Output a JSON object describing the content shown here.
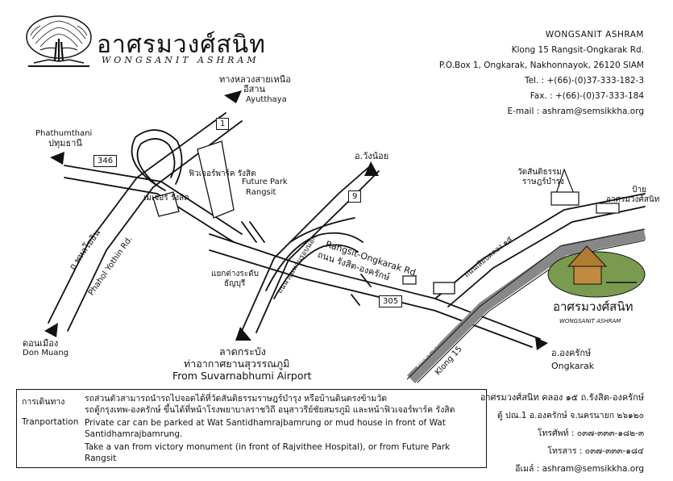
{
  "header": {
    "logo_thai": "อาศรมวงศ์สนิท",
    "logo_en": "WONGSANIT ASHRAM",
    "tree_icon": "tree-icon"
  },
  "contact": {
    "name": "WONGSANIT ASHRAM",
    "address1": "Klong 15 Rangsit-Ongkarak Rd.",
    "address2": "P.O.Box 1, Ongkarak, Nakhonnayok, 26120 SIAM",
    "tel": "Tel. : +(66)-(0)37-333-182-3",
    "fax": "Fax. : +(66)-(0)37-333-184",
    "email": "E-mail : ashram@semsikkha.org"
  },
  "map": {
    "north_thai": "ทางหลวงสายเหนือ",
    "north_thai2": "อีสาน",
    "north_en": "Ayutthaya",
    "phathum_en": "Phathumthani",
    "phathum_th": "ปทุมธานี",
    "route_346": "346",
    "route_1": "1",
    "route_9": "9",
    "route_305": "305",
    "wangnoi": "อ.วังน้อย",
    "future_park_th": "ฟิวเจอร์พาร์ค รังสิต",
    "future_park_en1": "Future Park",
    "future_park_en2": "Rangsit",
    "major": "เมเจอร์ รังสิต",
    "phahol_th": "ถ.พหลโยธิน",
    "phahol_en": "Phahol Yothin Rd.",
    "donmuang_th": "ดอนเมือง",
    "donmuang_en": "Don Muang",
    "junction_th1": "แยกต่างระดับ",
    "junction_th2": "ธัญบุรี",
    "ring_road": "ถนนวงแหวนรอบนอก",
    "rangsit_en": "Rangsit-Ongkarak Rd.",
    "rangsit_th": "ถนน รังสิต-องครักษ์",
    "latkrabang_th": "ลาดกระบัง",
    "airport_th": "ท่าอากาศยานสุวรรณภูมิ",
    "airport_en": "From Suvarnabhumi Airport",
    "klong_th": "คลอง ๑๕",
    "klong_en": "Klong 15",
    "klong_road_th": "ถนนเลียบคลอง ๑๕",
    "temple_th1": "วัดสันติธรรม",
    "temple_th2": "ราษฎร์บำรุง",
    "sign_th1": "ป้าย",
    "sign_th2": "อาศรมวงศ์สนิท",
    "ashram_th": "อาศรมวงศ์สนิท",
    "ashram_en": "WONGSANIT ASHRAM",
    "ongkarak_th": "อ.องครักษ์",
    "ongkarak_en": "Ongkarak"
  },
  "transport": {
    "label_th": "การเดินทาง",
    "label_en": "Tranportation",
    "th_line1": "รถส่วนตัวสามารถนำรถไปจอดได้ที่วัดสันติธรรมราษฎร์บำรุง หรือบ้านดินตรงข้ามวัด",
    "th_line2": "รถตู้กรุงเทพ-องครักษ์ ขึ้นได้ที่หน้าโรงพยาบาลราชวิถี อนุสาวรีย์ชัยสมรภูมิ และหน้าฟิวเจอร์พาร์ค รังสิต",
    "en_line1": "Private car can be parked at Wat Santidhamrajbamrung or mud house in front of Wat",
    "en_line2": "Santidhamrajbamrung.",
    "en_line3": "Take a van from victory monument (in front of Rajvithee Hospital), or from Future Park",
    "en_line4": "Rangsit"
  },
  "footer": {
    "line1": "อาศรมวงศ์สนิท คลอง ๑๕ ถ.รังสิต-องครักษ์",
    "line2": "ตู้ ปณ.1 อ.องครักษ์ จ.นครนายก ๒๖๑๒๐",
    "line3": "โทรศัพท์ : ๐๓๗-๓๓๓-๑๘๒-๓",
    "line4": "โทรสาร : ๐๓๗-๓๓๓-๑๘๔",
    "line5": "อีเมล์ : ashram@semsikkha.org"
  }
}
